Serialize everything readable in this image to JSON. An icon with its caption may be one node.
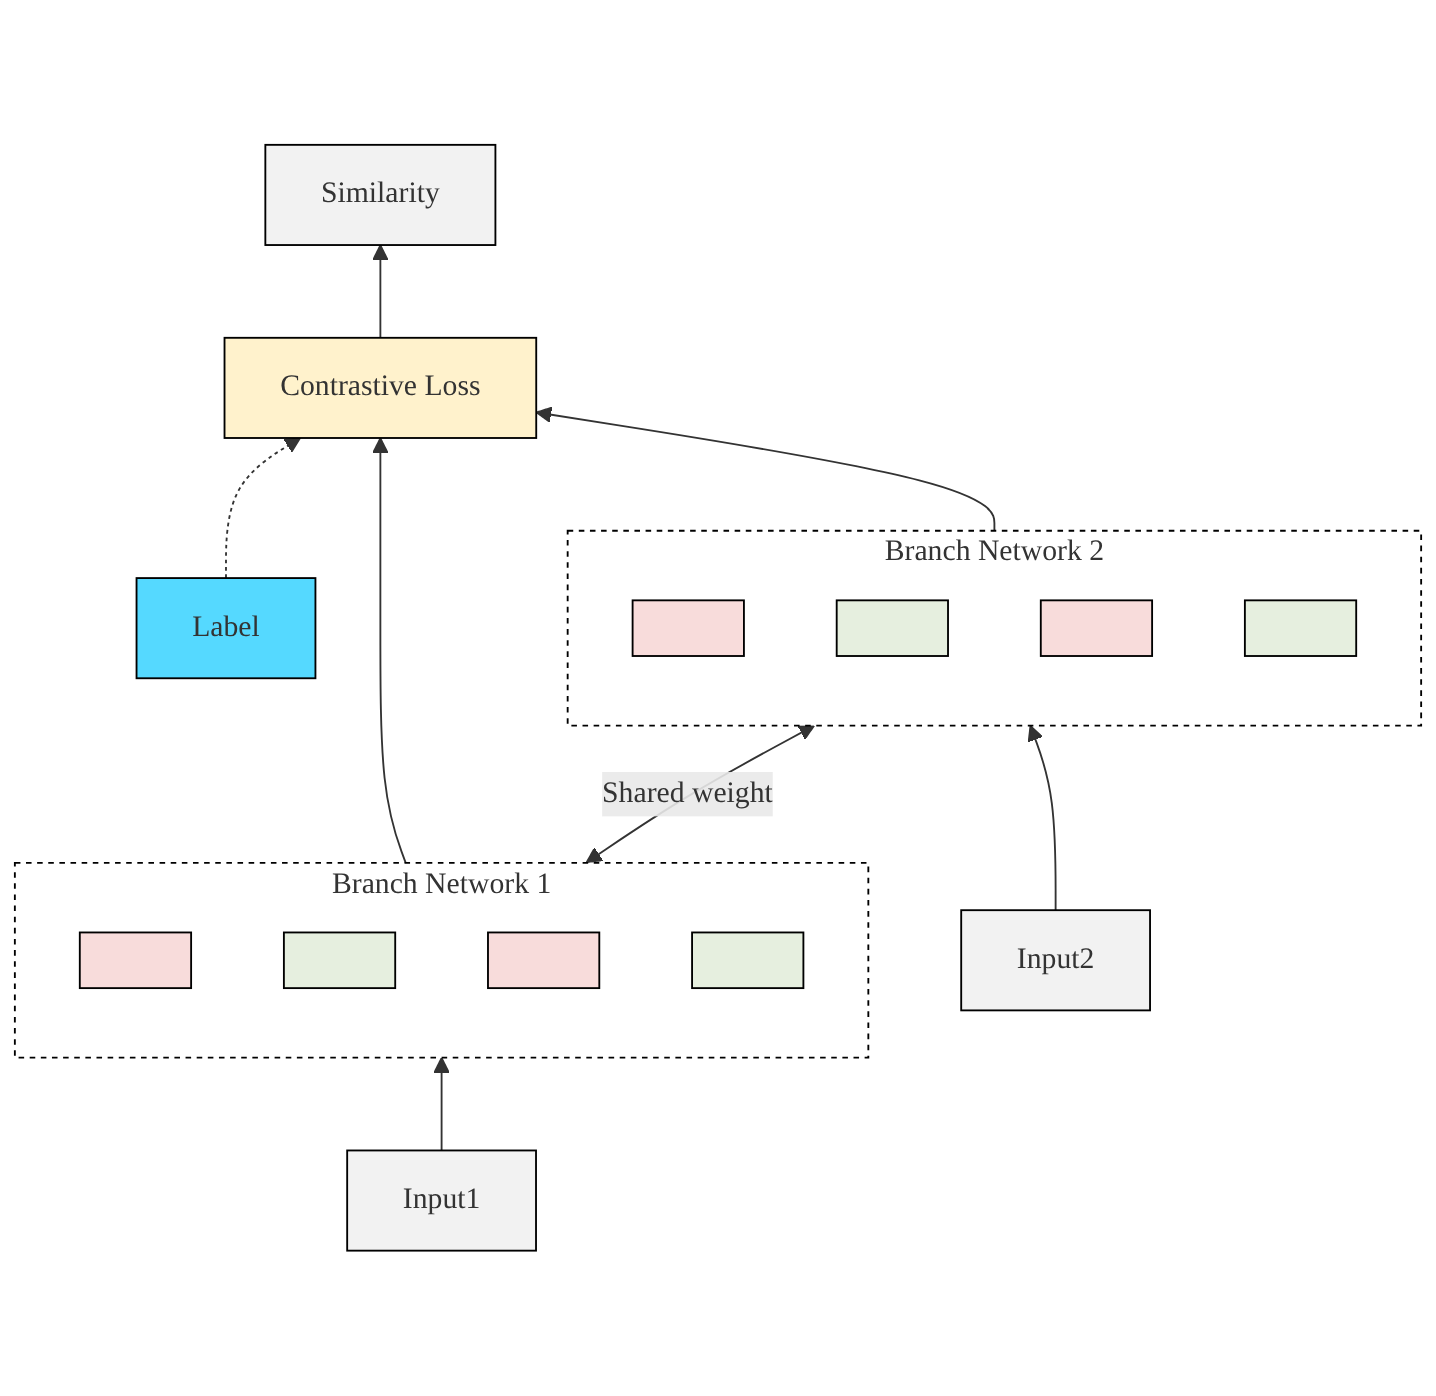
{
  "diagram": {
    "nodes": [
      {
        "text": [
          "Similarity"
        ]
      },
      {
        "text": [
          "Contrastive Loss"
        ]
      },
      {
        "text": [
          "Branch Network 1"
        ]
      },
      {
        "text": [],
        "shape": "box",
        "in": 2
      },
      {
        "text": [],
        "shape": "box",
        "in": 2
      },
      {
        "text": [],
        "shape": "box",
        "in": 2
      },
      {
        "text": [],
        "shape": "box",
        "in": 2
      },
      {
        "text": [
          "Branch Network 2"
        ]
      },
      {
        "text": [],
        "shape": "box",
        "in": 7
      },
      {
        "text": [],
        "shape": "box",
        "in": 7
      },
      {
        "text": [],
        "shape": "box",
        "in": 7
      },
      {
        "text": [],
        "shape": "box",
        "in": 7
      },
      {
        "text": [
          "Input1"
        ]
      },
      {
        "text": [
          "Input2"
        ]
      },
      {
        "text": [
          "Label"
        ]
      }
    ],
    "edges": [
      {
        "from": 1,
        "to": 0,
        "arrow": "to"
      },
      {
        "from": 2,
        "to": 1,
        "arrow": "to"
      },
      {
        "from": 7,
        "to": 1,
        "arrow": "to"
      },
      {
        "from": 14,
        "to": 1,
        "arrow": "to",
        "style": "dashed"
      },
      {
        "from": 2,
        "to": 7,
        "arrow": "both",
        "label": "Shared weight"
      },
      {
        "from": 12,
        "to": 2,
        "arrow": "to"
      },
      {
        "from": 13,
        "to": 7,
        "arrow": "to"
      }
    ]
  }
}
